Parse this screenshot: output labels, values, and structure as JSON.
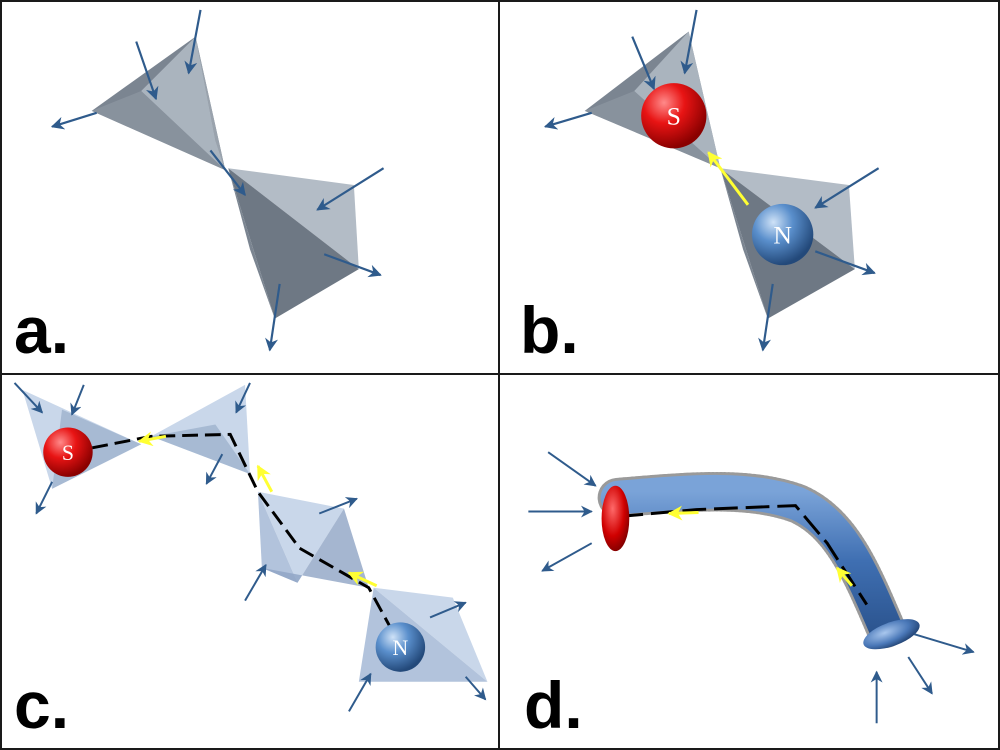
{
  "panels": [
    {
      "id": "a",
      "label": "a."
    },
    {
      "id": "b",
      "label": "b.",
      "south_text": "S",
      "north_text": "N"
    },
    {
      "id": "c",
      "label": "c.",
      "south_text": "S",
      "north_text": "N"
    },
    {
      "id": "d",
      "label": "d."
    }
  ],
  "colors": {
    "arrow": "#2f5b8c",
    "tetra_dark": "#7b8591",
    "tetra_light": "#b3bcc6",
    "tetra_pale": "#c9d7ea",
    "south": "#e01010",
    "north": "#5a8fcc",
    "flux": "#ffff33",
    "string": "#000000",
    "tube": "#4a78b8"
  }
}
